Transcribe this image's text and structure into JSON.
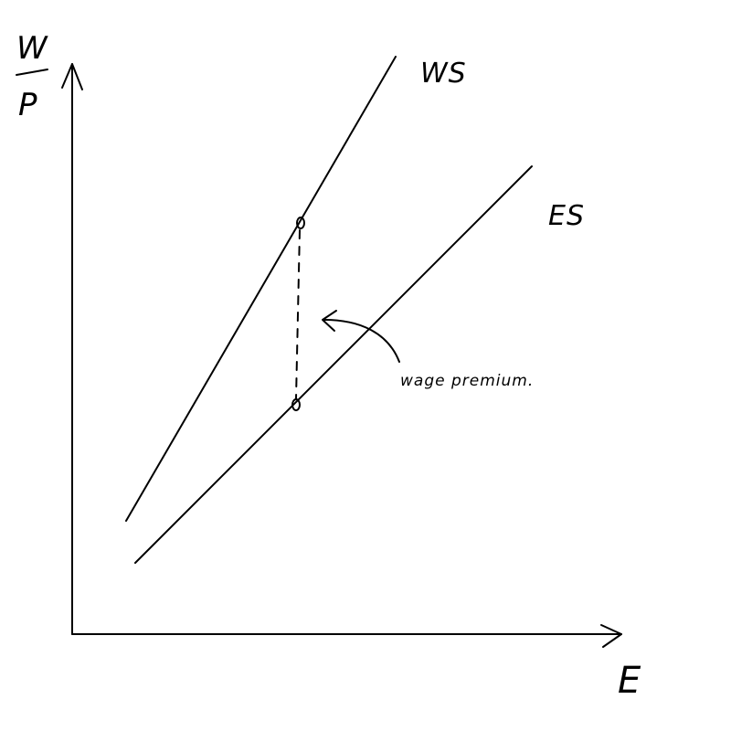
{
  "axes": {
    "y_label_top": "W",
    "y_label_bottom": "P",
    "x_label": "E"
  },
  "curves": {
    "ws": "WS",
    "es": "ES"
  },
  "annotation": {
    "text": "wage premium."
  },
  "colors": {
    "ink": "#000000",
    "background": "#ffffff"
  }
}
